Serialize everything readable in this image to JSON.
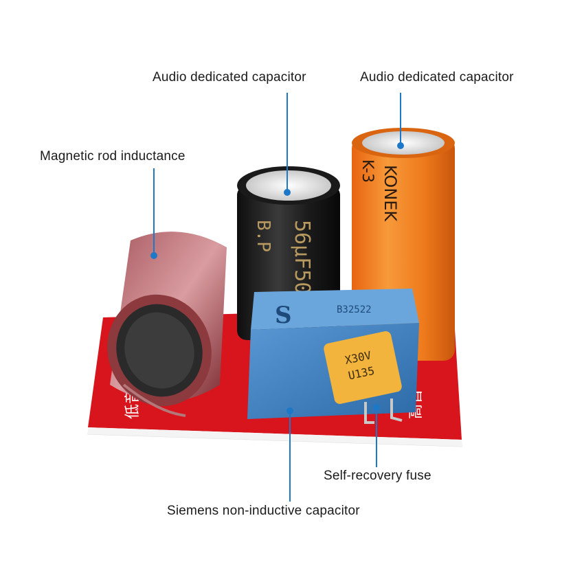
{
  "callouts": {
    "audio_cap_black": "Audio dedicated capacitor",
    "audio_cap_orange": "Audio dedicated capacitor",
    "inductor": "Magnetic rod inductance",
    "fuse": "Self-recovery fuse",
    "siemens_cap": "Siemens non-inductive capacitor"
  },
  "component_markings": {
    "black_cap": "56μF50",
    "black_cap_brand": "B.P",
    "orange_cap_brand": "KONEK",
    "orange_cap_series": "K-3",
    "siemens_code": "B32522",
    "fuse_line1": "X30V",
    "fuse_line2": "U135"
  },
  "colors": {
    "pcb": "#d8141c",
    "pointer": "#1e78c8",
    "orange_cap": "#f07a1e",
    "blue_cap": "#3a7fc4",
    "fuse": "#f2b43c"
  }
}
